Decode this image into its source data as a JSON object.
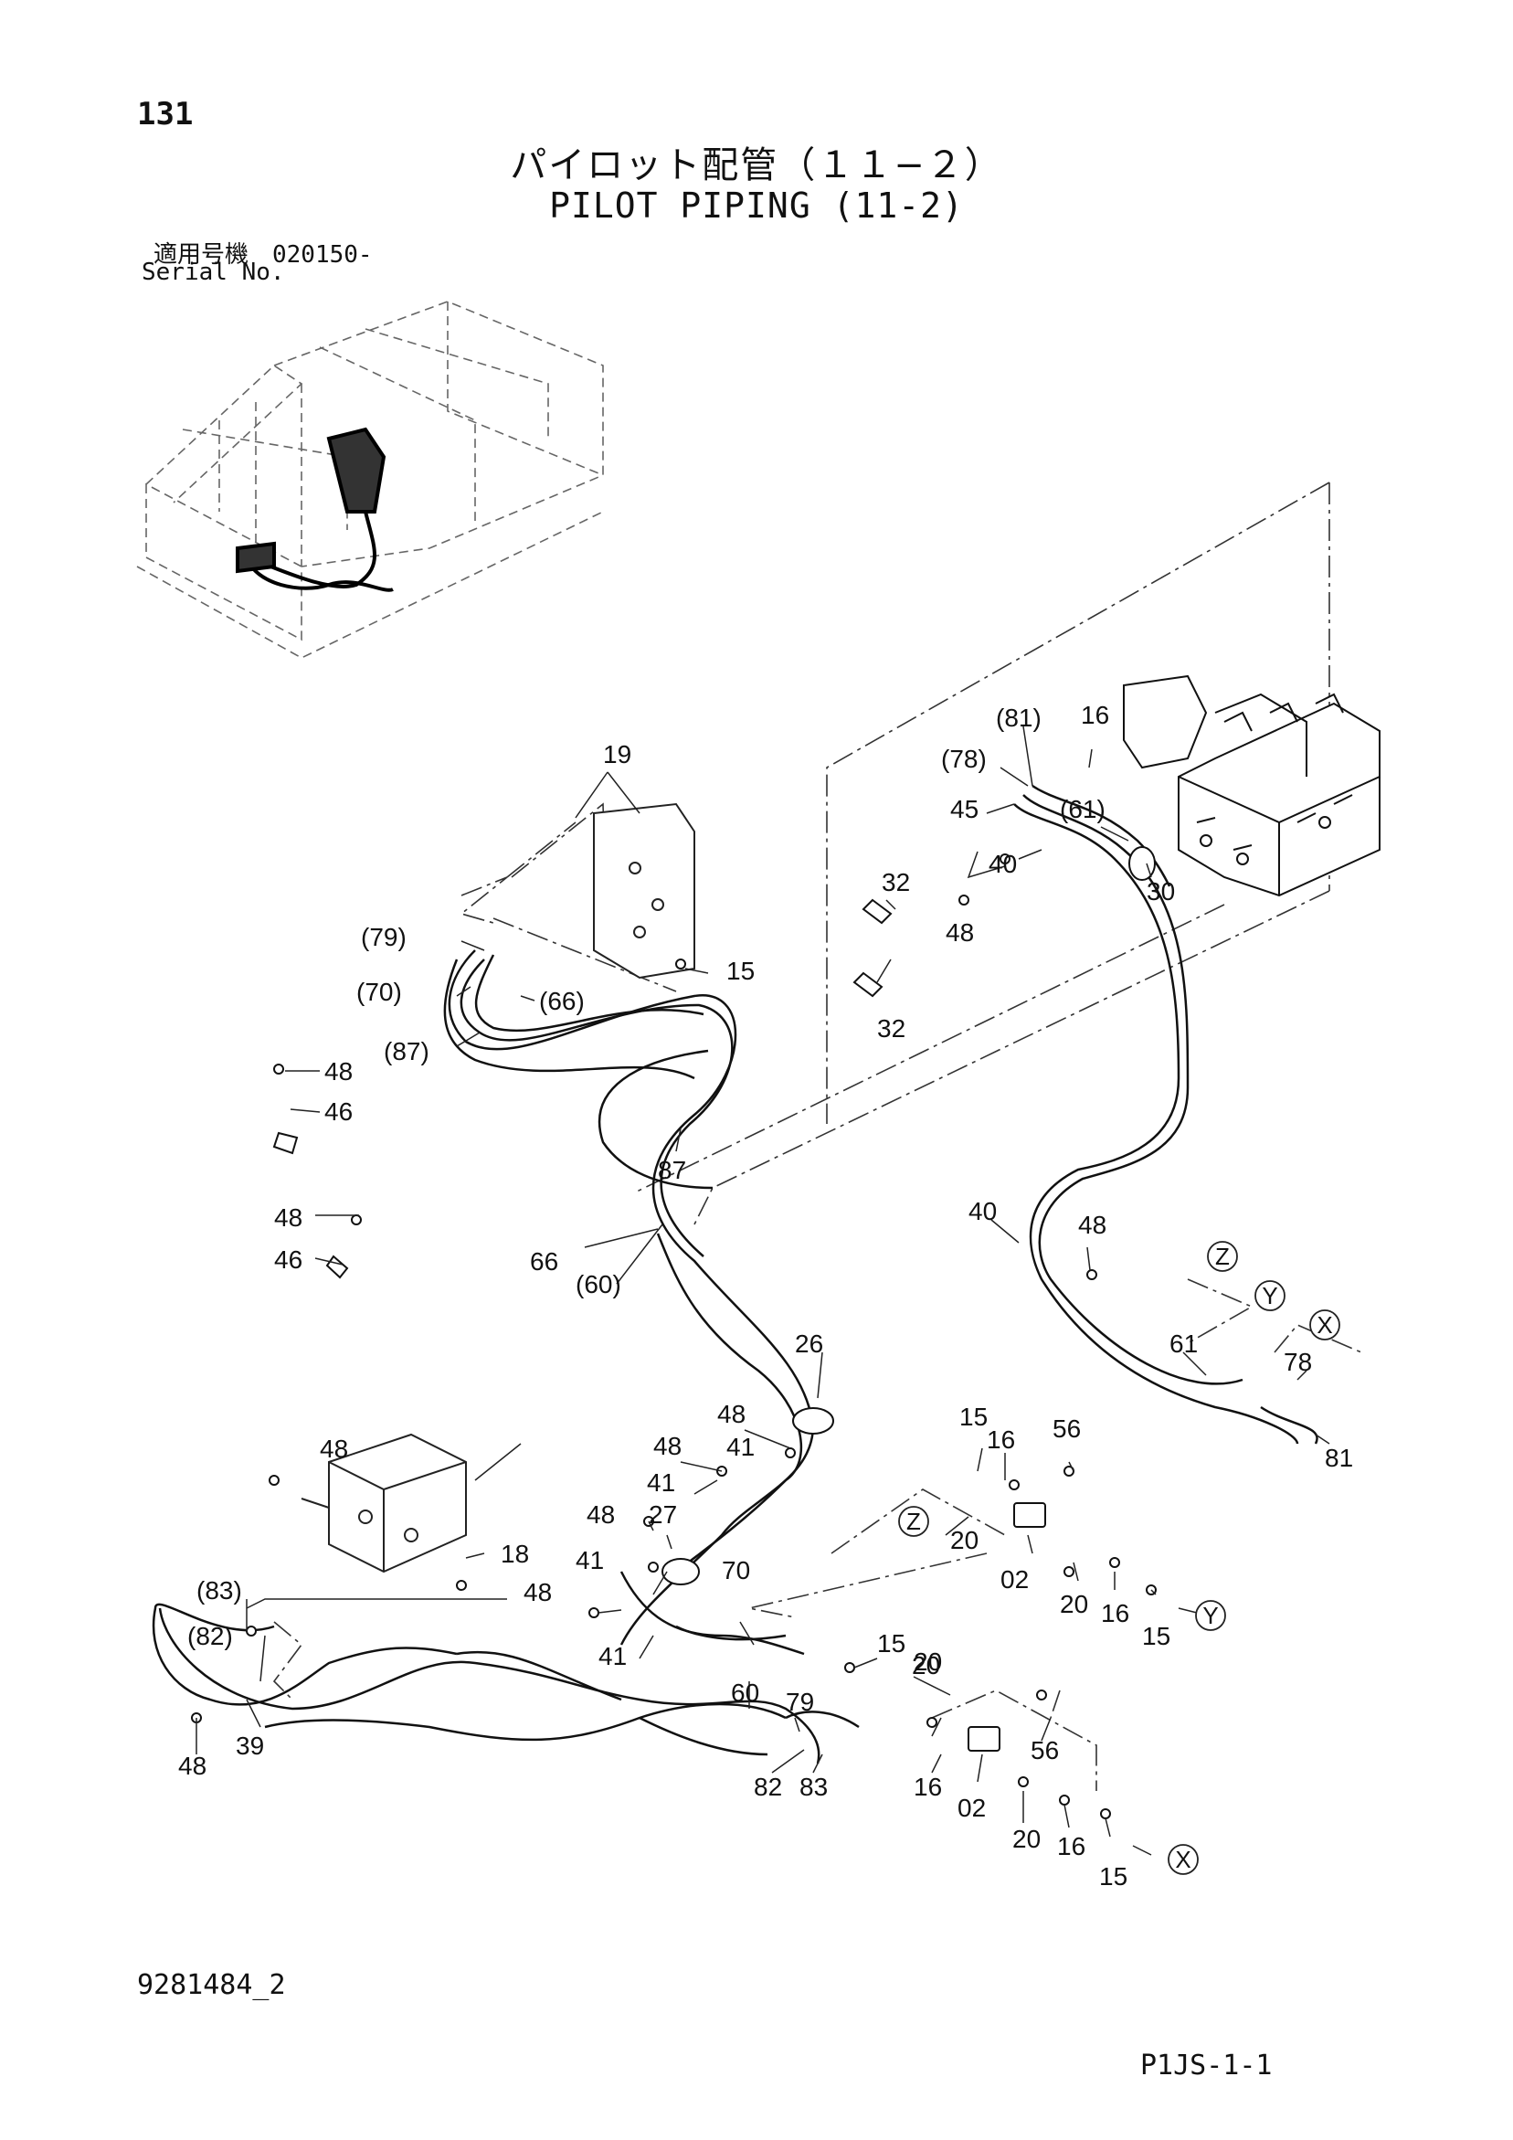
{
  "page_number": "131",
  "title_jp": "パイロット配管（１１−２）",
  "title_en": "PILOT PIPING (11-2)",
  "serial_label_jp": "適用号機　020150-",
  "serial_label_en": "Serial No.",
  "doc_number": "9281484_2",
  "page_code": "P1JS-1-1",
  "callouts": {
    "c19": "19",
    "c79p": "(79)",
    "c70p": "(70)",
    "c87p": "(87)",
    "c66p": "(66)",
    "c15a": "15",
    "c48a": "48",
    "c46a": "46",
    "c48b": "48",
    "c46b": "46",
    "c87": "87",
    "c66": "66",
    "c60p": "(60)",
    "c81p": "(81)",
    "c16a": "16",
    "c78p": "(78)",
    "c45": "45",
    "c61p": "(61)",
    "c40a": "40",
    "c30": "30",
    "c48c": "48",
    "c32a": "32",
    "c32b": "32",
    "c40b": "40",
    "c48d": "48",
    "c61": "61",
    "c78": "78",
    "c81": "81",
    "c26": "26",
    "c48e": "48",
    "c48f": "48",
    "c41a": "41",
    "c41b": "41",
    "c48g": "48",
    "c27": "27",
    "c41c": "41",
    "c48h": "48",
    "c70": "70",
    "c41d": "41",
    "c60": "60",
    "c79": "79",
    "c15b": "15",
    "c20a": "20",
    "c15c": "15",
    "c16b": "16",
    "c56a": "56",
    "c20b": "20",
    "c02a": "02",
    "c20c": "20",
    "c16c": "16",
    "c15d": "15",
    "c18": "18",
    "c83p": "(83)",
    "c82p": "(82)",
    "c48i": "48",
    "c39": "39",
    "c48j": "48",
    "c82": "82",
    "c83": "83",
    "c20d": "20",
    "c16d": "16",
    "c02b": "02",
    "c56b": "56",
    "c20e": "20",
    "c16e": "16",
    "c15e": "15"
  },
  "markers": {
    "z1": "Z",
    "y1": "Y",
    "x1": "X",
    "z2": "Z",
    "y2": "Y",
    "x2": "X"
  }
}
